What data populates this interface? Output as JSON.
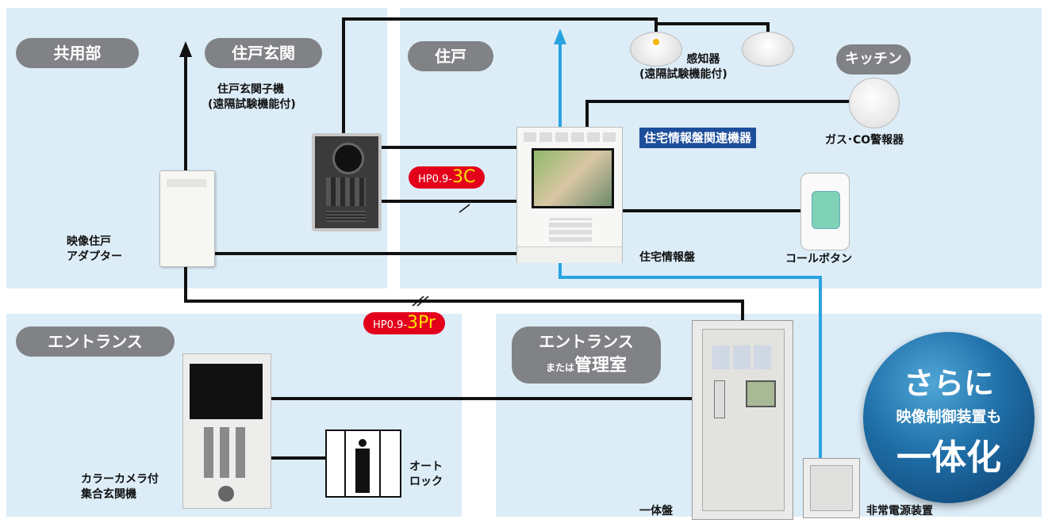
{
  "areas": {
    "shared": "共用部",
    "entrance_door": "住戸玄関",
    "dwelling": "住戸",
    "kitchen": "キッチン",
    "entrance": "エントランス",
    "entrance_or_admin_top": "エントランス",
    "entrance_or_admin_sub": "または",
    "entrance_or_admin_main": "管理室"
  },
  "labels": {
    "door_unit_line1": "住戸玄関子機",
    "door_unit_line2": "(遠隔試験機能付)",
    "detector_line1": "感知器",
    "detector_line2": "(遠隔試験機能付)",
    "gas_alarm": "ガス･CO警報器",
    "adapter_line1": "映像住戸",
    "adapter_line2": "アダプター",
    "home_panel": "住宅情報盤",
    "call_button": "コールボタン",
    "camera_line1": "カラーカメラ付",
    "camera_line2": "集合玄関機",
    "autolock_line1": "オート",
    "autolock_line2": "ロック",
    "integrated_panel": "一体盤",
    "emergency_power": "非常電源装置",
    "related_devices": "住宅情報盤関連機器"
  },
  "cables": {
    "c1_prefix": "HP0.9-",
    "c1_suffix": "3C",
    "c2_prefix": "HP0.9-",
    "c2_suffix": "3Pr"
  },
  "badge": {
    "line1": "さらに",
    "line2": "映像制御装置も",
    "line3": "一体化"
  },
  "colors": {
    "panel_bg": "#dcedf8",
    "pill_gray": "#808285",
    "tag_red": "#e3001b",
    "accent_blue": "#29a3e0",
    "badge_navy": "#1d4e9b"
  }
}
